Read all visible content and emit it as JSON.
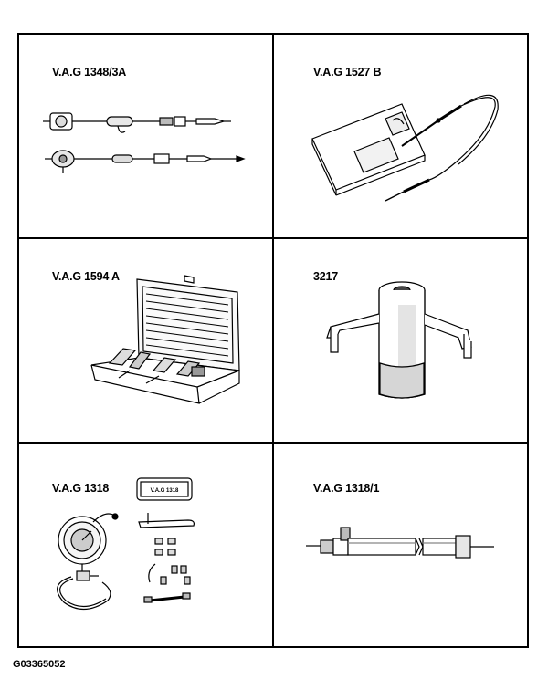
{
  "figure_id": "G03365052",
  "tools": [
    {
      "label": "V.A.G 1348/3A",
      "icon": "adapter-cable-icon"
    },
    {
      "label": "V.A.G 1527 B",
      "icon": "voltage-tester-icon"
    },
    {
      "label": "V.A.G 1594 A",
      "icon": "connector-test-kit-icon"
    },
    {
      "label": "3217",
      "icon": "wrench-tool-icon"
    },
    {
      "label": "V.A.G 1318",
      "icon": "pressure-gauge-kit-icon"
    },
    {
      "label": "V.A.G 1318/1",
      "icon": "pressure-adapter-icon"
    }
  ],
  "kit_case_label": "V.A.G 1318"
}
